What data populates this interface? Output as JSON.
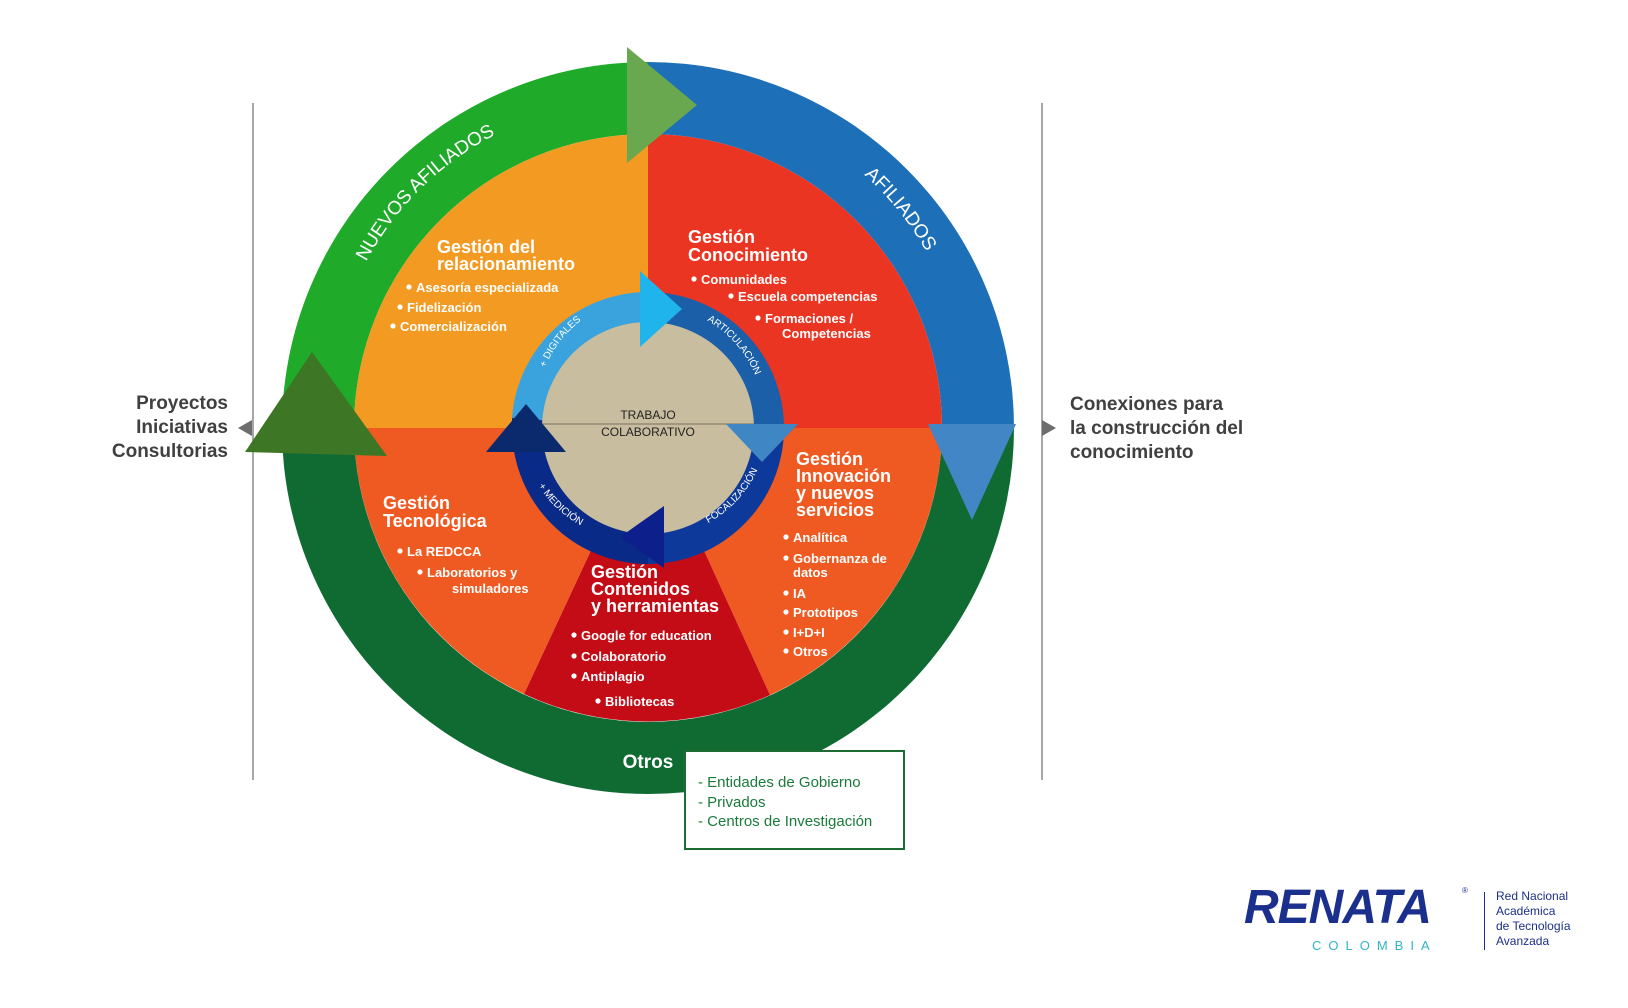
{
  "outer_ring": {
    "top_left_label": "NUEVOS AFILIADOS",
    "top_right_label": "AFILIADOS",
    "bottom_label": "Otros"
  },
  "inner_ring": {
    "labels": [
      "+ DIGITALES",
      "ARTICULACIÓN",
      "FOCALIZACIÓN",
      "+ MEDICIÓN"
    ]
  },
  "center": {
    "line1": "TRABAJO",
    "line2": "COLABORATIVO"
  },
  "sectors": {
    "relacionamiento": {
      "title": [
        "Gestión del",
        "relacionamiento"
      ],
      "items": [
        "Asesoría especializada",
        "Fidelización",
        "Comercialización"
      ]
    },
    "conocimiento": {
      "title": [
        "Gestión",
        "Conocimiento"
      ],
      "items": [
        "Comunidades",
        "Escuela competencias",
        "Formaciones /",
        "Competencias"
      ]
    },
    "innovacion": {
      "title": [
        "Gestión",
        "Innovación",
        "y nuevos",
        "servicios"
      ],
      "items": [
        "Analítica",
        "Gobernanza de",
        "datos",
        "IA",
        "Prototipos",
        "I+D+I",
        "Otros"
      ]
    },
    "contenidos": {
      "title": [
        "Gestión",
        "Contenidos",
        "y herramientas"
      ],
      "items": [
        "Google for education",
        "Colaboratorio",
        "Antiplagio",
        "Bibliotecas"
      ]
    },
    "tecnologica": {
      "title": [
        "Gestión",
        "Tecnológica"
      ],
      "items": [
        "La REDCCA",
        "Laboratorios y",
        "simuladores"
      ]
    }
  },
  "left_side": {
    "lines": [
      "Proyectos",
      "Iniciativas",
      "Consultorias"
    ]
  },
  "right_side": {
    "lines": [
      "Conexiones para",
      "la construcción del",
      "conocimiento"
    ]
  },
  "otros_box": {
    "lines": [
      "- Entidades de Gobierno",
      "- Privados",
      "- Centros de Investigación"
    ]
  },
  "logo": {
    "wordmark": "RENATA",
    "registered": "®",
    "subtitle": "COLOMBIA",
    "description": [
      "Red Nacional",
      "Académica",
      "de Tecnología",
      "Avanzada"
    ]
  },
  "colors": {
    "green_arc": "#1faa2a",
    "blue_arc": "#1d6fb8",
    "dark_green_ring": "#0f6b32",
    "orange": "#f39a22",
    "red": "#ea3522",
    "orange_red": "#ee5a22",
    "crimson": "#c40c16",
    "center": "#c9bda0",
    "ring_light_blue": "#3aa3dd",
    "ring_mid_blue": "#1a5fa8",
    "ring_navy": "#0a2a88"
  }
}
